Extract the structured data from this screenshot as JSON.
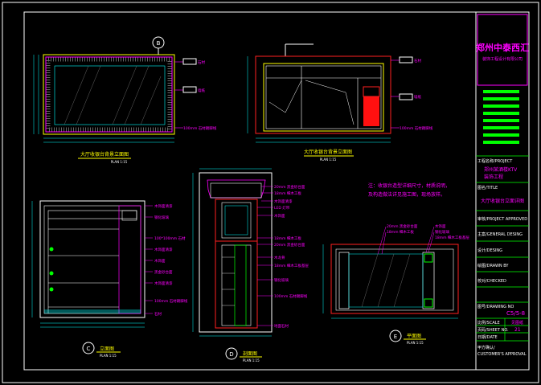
{
  "title_block": {
    "company_logo_text": "郑州中泰西汇",
    "company_sub_text": "装饰工程设计有限公司",
    "project_label": "工程名称/PROJECT",
    "project_name_1": "郑州某酒楼KTV",
    "project_name_2": "装饰工程",
    "title_label": "图名/TITLE",
    "title_value": "大厅收银台立面详图",
    "approved_label": "审核/PROJECT APPROVED",
    "general_label": "主案/GENERAL DESING",
    "design_label": "设计/DESING",
    "drawn_label": "绘图/DRAWN BY",
    "checked_label": "校对/CHECKED",
    "drawing_no_label": "图号/DRAWING NO",
    "drawing_no_value": "C5/5-8",
    "scale_label": "比例/SCALE",
    "scale_value": "见图纸",
    "sheet_label": "页码/SHEET NO.",
    "sheet_value": "21",
    "date_label": "日期/DATE",
    "customer_label": "甲方确认/",
    "customer_label_2": "CUSTOMER'S APPROVAL"
  },
  "views": {
    "top_left_caption": "大厅收银台背景立面图",
    "top_left_scale": "PLAN 1:15",
    "top_right_caption": "大厅收银台背景立面图",
    "top_right_scale": "PLAN 1:15",
    "bottom_left_caption": "立面图",
    "bottom_left_scale": "PLAN 1:15",
    "center_caption": "剖面图",
    "center_scale": "PLAN 1:15",
    "bottom_right_caption": "平面图",
    "bottom_right_scale": "PLAN 1:15",
    "section_marker_top": "B",
    "section_marker_bl": "C",
    "section_marker_center": "D",
    "section_marker_br": "E",
    "note_text_1": "注：收银台造型详细尺寸，材质说明，",
    "note_text_2": "及构造做法详见施工图，现场放样。"
  },
  "annotations": {
    "top_left": [
      "石材",
      "墙纸",
      "100mm 石材踢脚线"
    ],
    "top_right": [
      "石材",
      "墙纸",
      "100mm 石材踢脚线"
    ],
    "bottom_left": [
      "木饰面清漆",
      "钢化玻璃",
      "100*100mm 石材",
      "木饰面清漆",
      "木饰面",
      "黑金砂台面",
      "木饰面清漆",
      "100mm 石材踢脚线",
      "石材"
    ],
    "center": [
      "20mm 黑金砂台面",
      "18mm 细木工板",
      "木饰面清漆",
      "LED 灯带",
      "木饰面",
      "18mm 细木工板",
      "20mm 黑金砂台面",
      "木龙骨",
      "18mm 细木工板基层",
      "钢化玻璃",
      "100mm 石材踢脚线",
      "地面石材"
    ],
    "bottom_right": [
      "20mm 黑金砂台面",
      "18mm 细木工板",
      "木饰面",
      "钢化玻璃",
      "18mm 细木工板基层"
    ]
  },
  "colors": {
    "background": "#000000",
    "frame": "#ffffff",
    "magenta": "#ff00ff",
    "red": "#ff2020",
    "green": "#00ff00",
    "cyan": "#00ffff",
    "yellow": "#ffff00",
    "white": "#ffffff"
  }
}
